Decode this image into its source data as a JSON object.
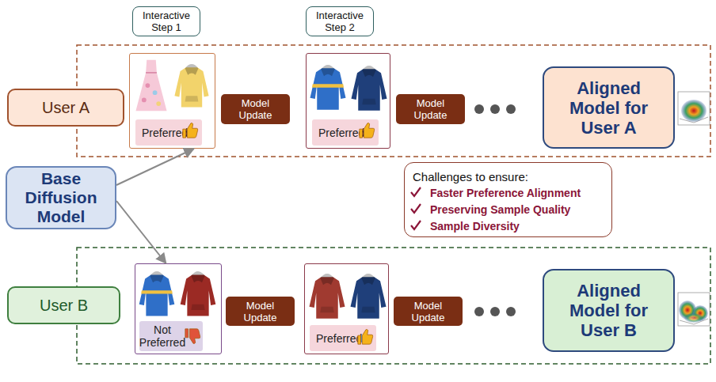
{
  "diagram": {
    "nodes": [
      {
        "text": [
          "Interactive Step 1"
        ]
      },
      {
        "text": [
          "Interactive Step 2"
        ]
      },
      {
        "text": [
          "User A"
        ]
      },
      {
        "text": [
          "Preferred"
        ]
      },
      {
        "text": [
          "Model Update"
        ]
      },
      {
        "text": [
          "Preferred"
        ]
      },
      {
        "text": [
          "Model Update"
        ]
      },
      {
        "text": [
          "Aligned Model for User A"
        ]
      },
      {
        "text": [
          "Base Diffusion Model"
        ]
      },
      {
        "text": [
          "Challenges to ensure:",
          "Faster Preference Alignment",
          "Preserving Sample Quality",
          "Sample Diversity"
        ]
      },
      {
        "text": [
          "User B"
        ]
      },
      {
        "text": [
          "Not Preferred"
        ]
      },
      {
        "text": [
          "Model Update"
        ]
      },
      {
        "text": [
          "Preferred"
        ]
      },
      {
        "text": [
          "Model Update"
        ]
      },
      {
        "text": [
          "Aligned Model for User B"
        ]
      }
    ],
    "edges": [
      {
        "from": 8,
        "to": 3,
        "arrow": "to"
      },
      {
        "from": 8,
        "to": 11,
        "arrow": "to"
      }
    ]
  }
}
